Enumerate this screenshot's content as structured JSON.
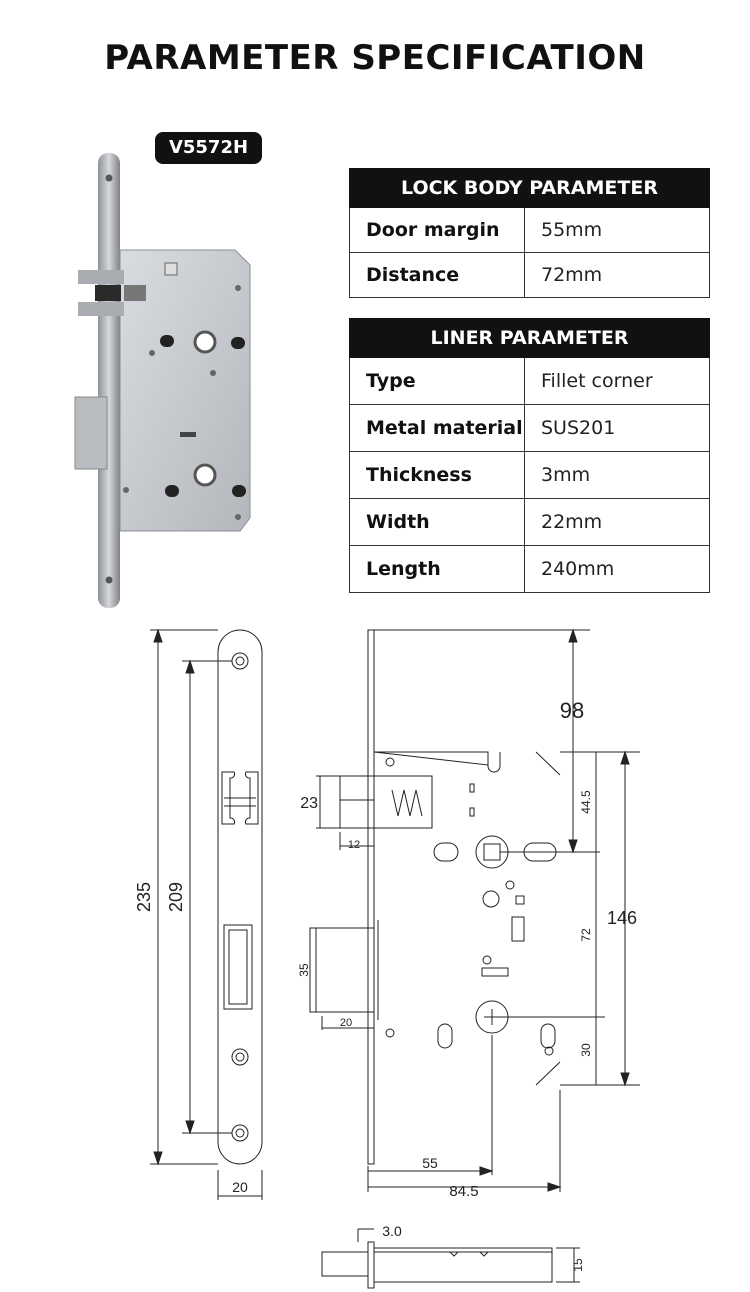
{
  "title": "PARAMETER SPECIFICATION",
  "model": "V5572H",
  "lock_body": {
    "header": "LOCK BODY PARAMETER",
    "rows": [
      {
        "label": "Door margin",
        "value": "55mm"
      },
      {
        "label": "Distance",
        "value": "72mm"
      }
    ]
  },
  "liner": {
    "header": "LINER PARAMETER",
    "rows": [
      {
        "label": "Type",
        "value": "Fillet corner"
      },
      {
        "label": "Metal material",
        "value": "SUS201"
      },
      {
        "label": "Thickness",
        "value": "3mm"
      },
      {
        "label": "Width",
        "value": "22mm"
      },
      {
        "label": "Length",
        "value": "240mm"
      }
    ]
  },
  "dimensions": {
    "faceplate_length": "235",
    "hole_spacing": "209",
    "faceplate_width": "20",
    "case_height": "98",
    "backset_top": "44.5",
    "distance": "72",
    "bottom": "30",
    "overall": "146",
    "latch_height": "23",
    "latch_throw": "12",
    "bolt_height": "35",
    "bolt_throw": "20",
    "backset": "55",
    "case_width": "84.5",
    "plate_thickness": "3.0",
    "body_thickness": "15"
  },
  "colors": {
    "header_bg": "#111111",
    "steel": "#c9ccd1",
    "line": "#222222"
  }
}
